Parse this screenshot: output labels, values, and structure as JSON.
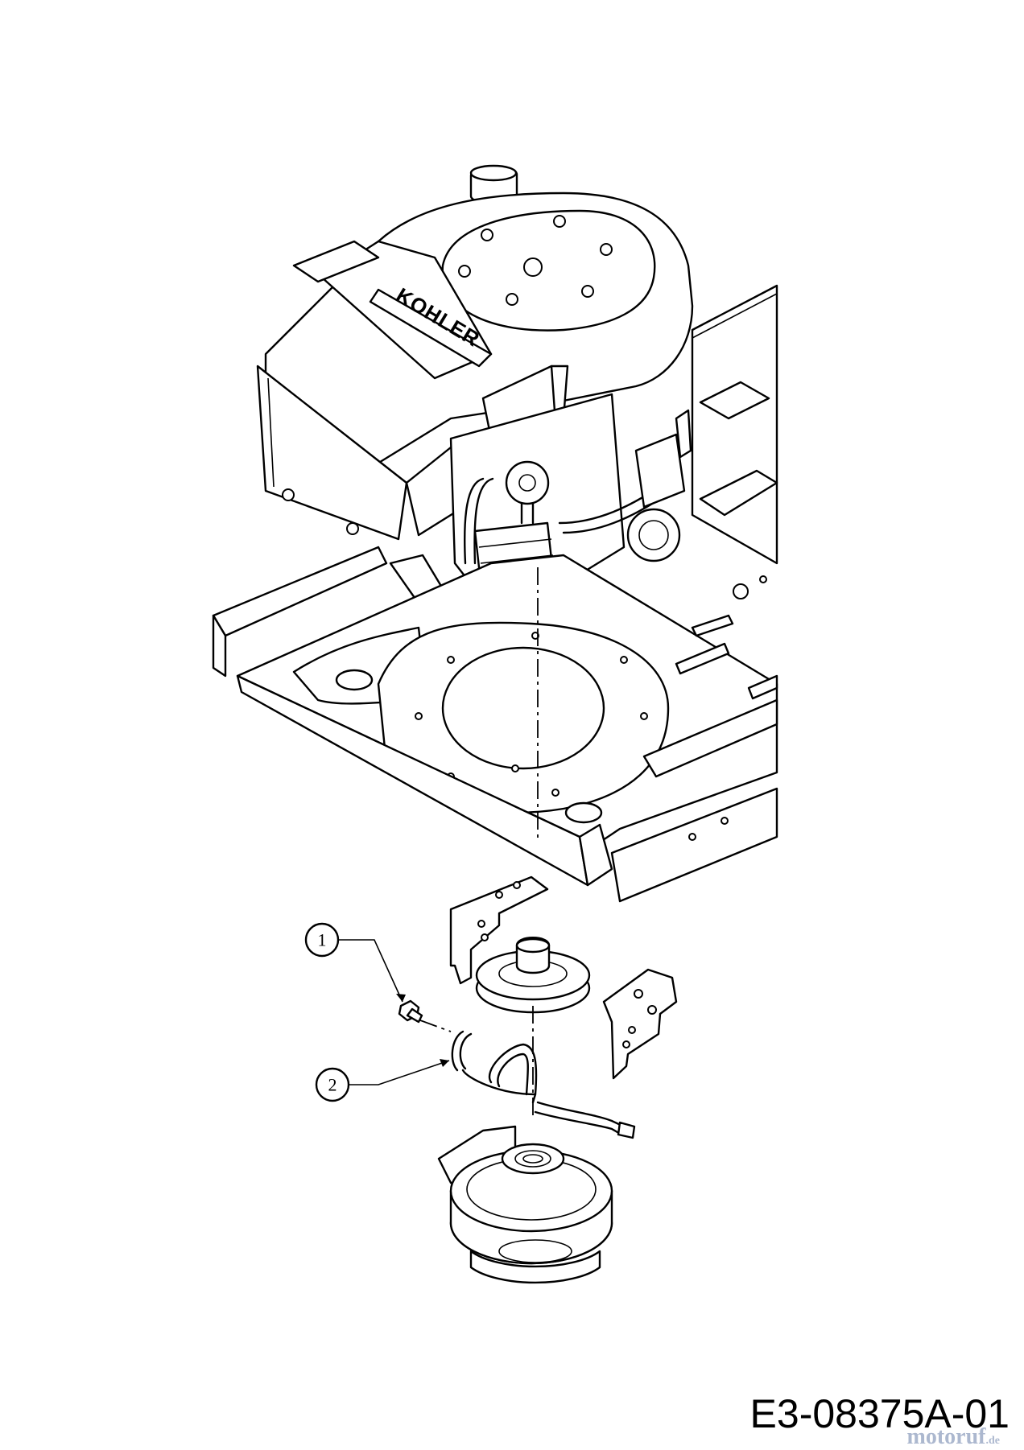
{
  "engine_brand": "KOHLER",
  "callouts": [
    {
      "number": "1"
    },
    {
      "number": "2"
    }
  ],
  "drawing_code": "E3-08375A-01",
  "watermark": {
    "main": "motoruf",
    "suffix": ".de"
  },
  "colors": {
    "line": "#000000",
    "background": "#ffffff",
    "watermark": "#6a7fa8"
  }
}
